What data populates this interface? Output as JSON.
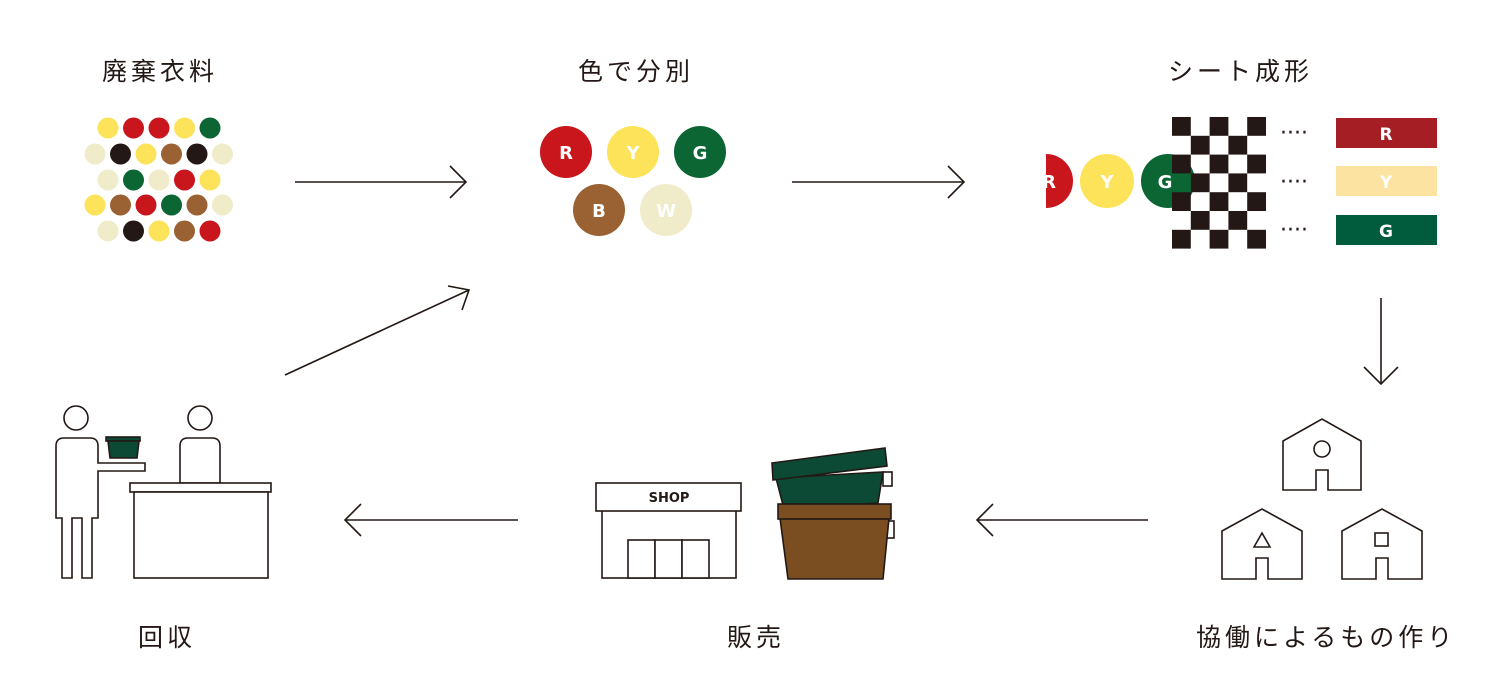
{
  "steps": {
    "waste": "廃棄衣料",
    "sort": "色で分別",
    "sheet": "シート成形",
    "craft": "協働によるもの作り",
    "sell": "販売",
    "collect": "回収"
  },
  "color_codes": {
    "red": "R",
    "yellow": "Y",
    "green": "G",
    "brown": "B",
    "white": "W"
  },
  "colors": {
    "red": "#c9161d",
    "yellow": "#fce35a",
    "green": "#0b6634",
    "brown": "#9a6132",
    "cream": "#f0ecc9",
    "black": "#231815",
    "bar_red": "#a41e23",
    "bar_yellow": "#fde3a1",
    "bar_green": "#005c3c",
    "pot_green": "#0d4a36",
    "pot_brown": "#7a4e21"
  },
  "shop_sign": "SHOP",
  "dots_label": "····"
}
